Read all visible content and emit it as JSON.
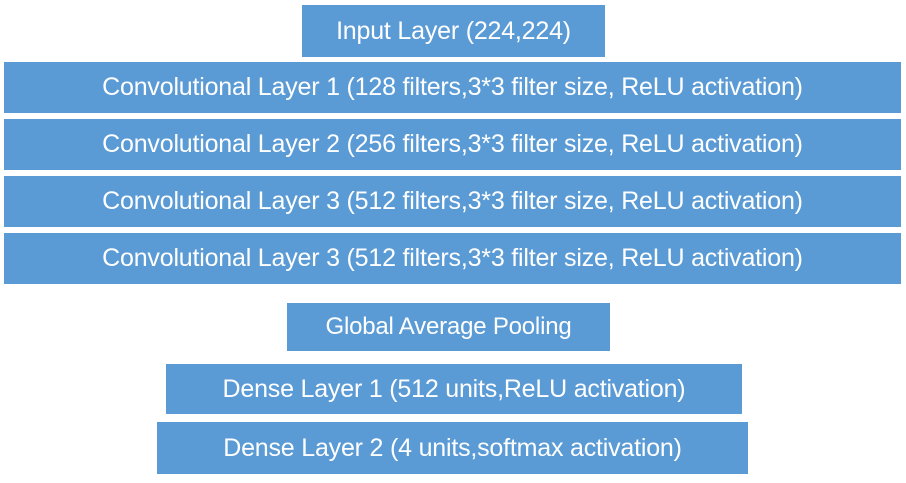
{
  "diagram": {
    "type": "neural-network-architecture-stack",
    "orientation": "vertical-top-to-bottom",
    "box_fill_color": "#5b9bd5",
    "box_text_color": "#ffffff",
    "background_color": "#ffffff",
    "layers": [
      {
        "id": "input-layer",
        "label": "Input Layer (224,224)",
        "kind": "input",
        "input_shape": "224,224"
      },
      {
        "id": "conv-layer-1",
        "label": "Convolutional Layer 1 (128 filters,3*3 filter size, ReLU activation)",
        "kind": "convolutional",
        "filters": 128,
        "filter_size": "3*3",
        "activation": "ReLU"
      },
      {
        "id": "conv-layer-2",
        "label": "Convolutional Layer 2 (256 filters,3*3 filter size, ReLU activation)",
        "kind": "convolutional",
        "filters": 256,
        "filter_size": "3*3",
        "activation": "ReLU"
      },
      {
        "id": "conv-layer-3",
        "label": "Convolutional Layer 3 (512 filters,3*3 filter size, ReLU activation)",
        "kind": "convolutional",
        "filters": 512,
        "filter_size": "3*3",
        "activation": "ReLU"
      },
      {
        "id": "conv-layer-3-repeat",
        "label": "Convolutional Layer 3 (512 filters,3*3 filter size, ReLU activation)",
        "kind": "convolutional",
        "filters": 512,
        "filter_size": "3*3",
        "activation": "ReLU"
      },
      {
        "id": "global-average-pooling",
        "label": "Global Average Pooling",
        "kind": "pooling"
      },
      {
        "id": "dense-layer-1",
        "label": "Dense Layer 1 (512 units,ReLU activation)",
        "kind": "dense",
        "units": 512,
        "activation": "ReLU"
      },
      {
        "id": "dense-layer-2",
        "label": "Dense Layer 2 (4 units,softmax activation)",
        "kind": "dense",
        "units": 4,
        "activation": "softmax"
      }
    ]
  }
}
